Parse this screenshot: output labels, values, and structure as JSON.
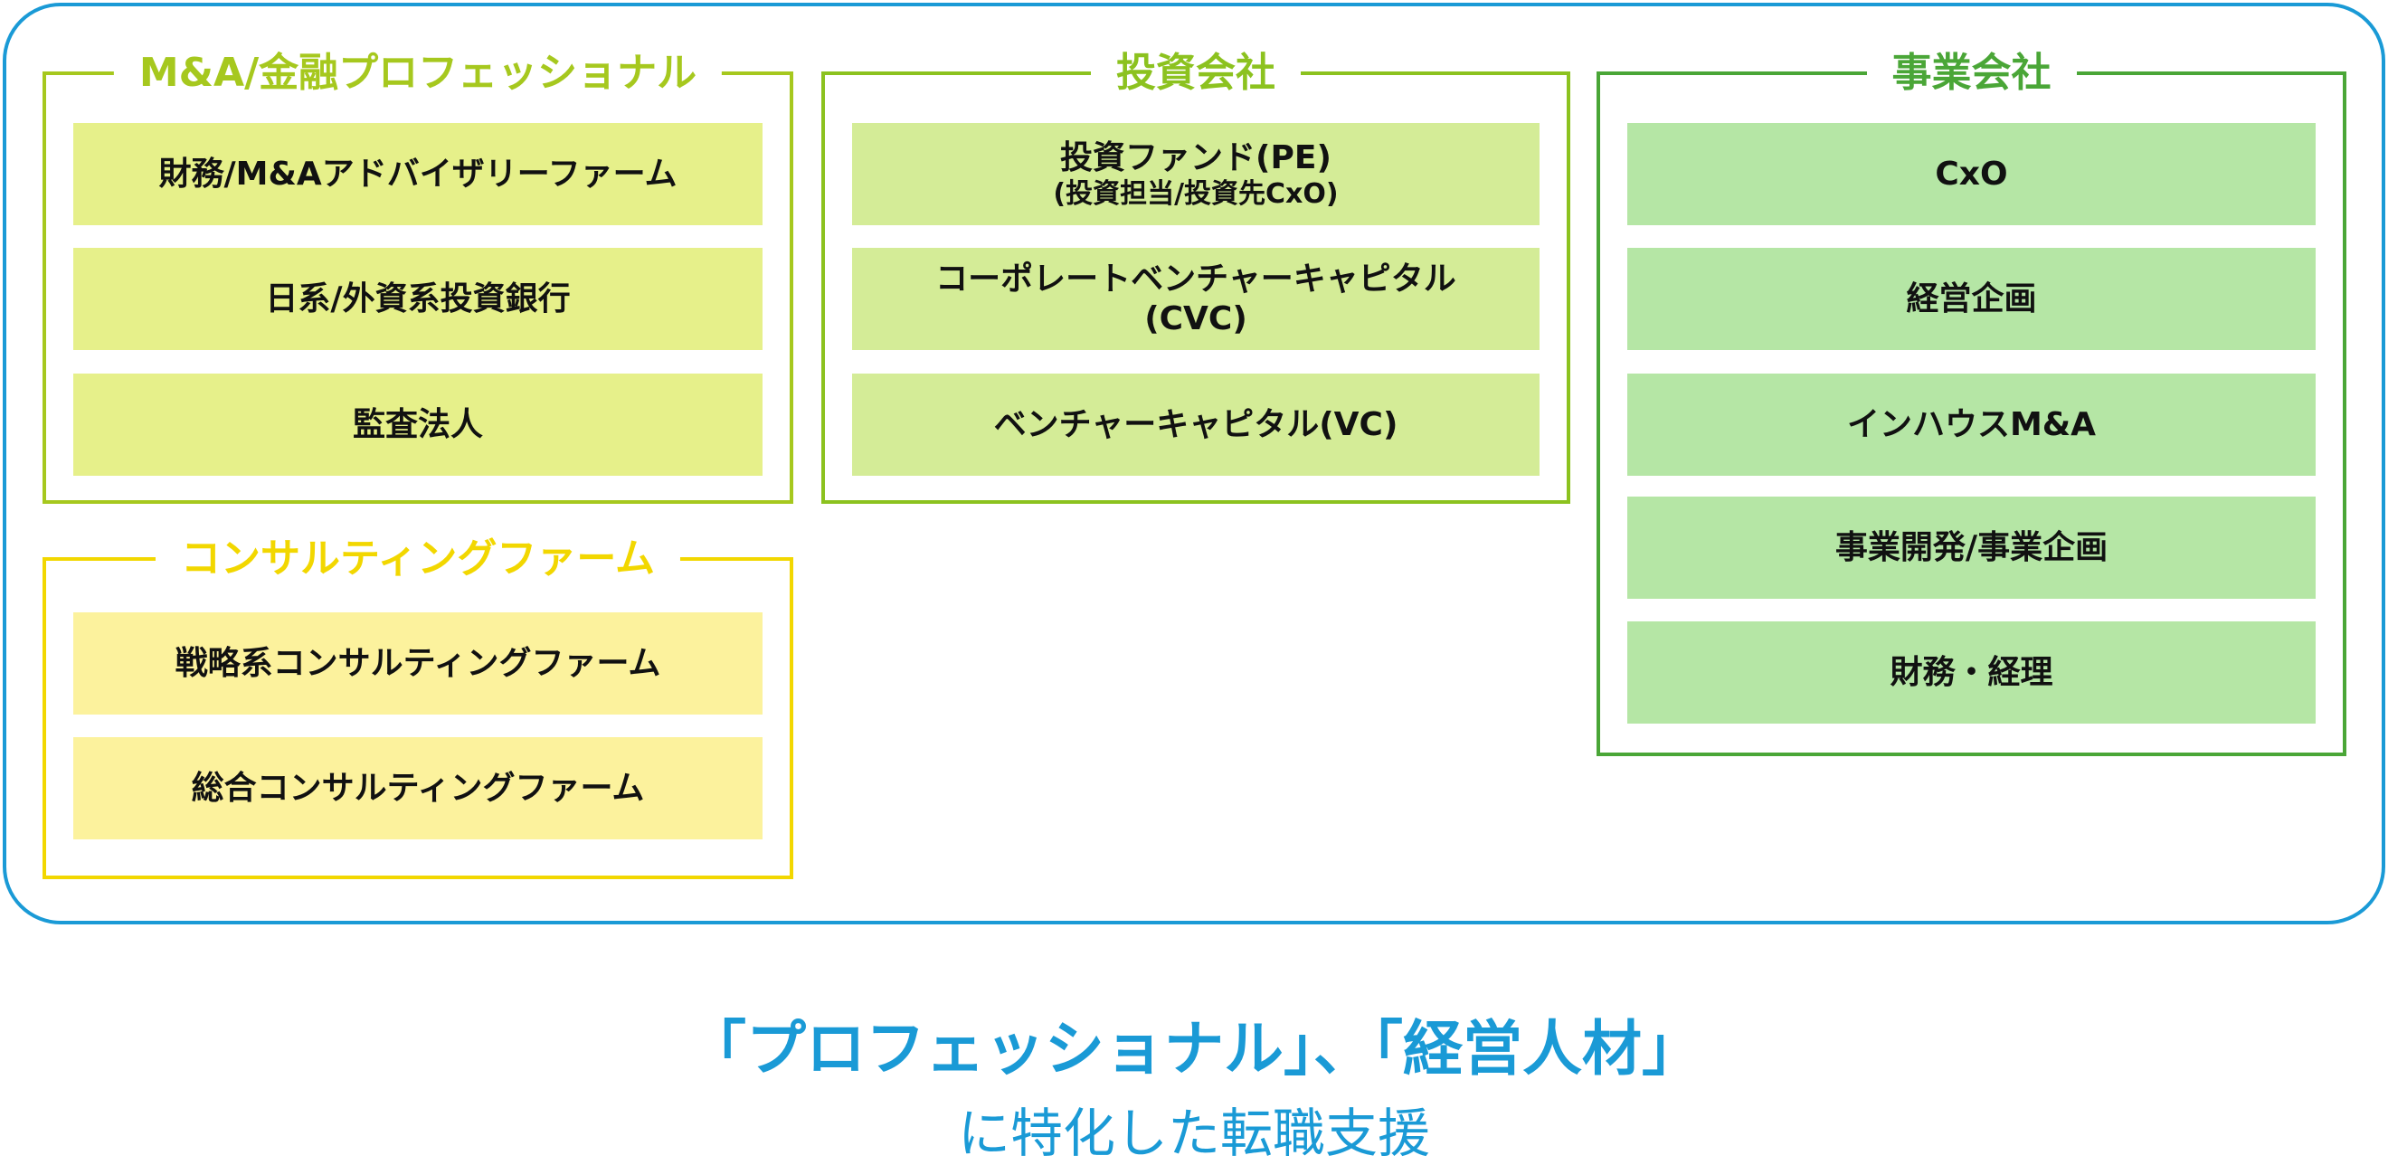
{
  "groups": [
    {
      "title": "M&A/金融プロフェッショナル",
      "items": [
        {
          "label": "財務/M&Aアドバイザリーファーム"
        },
        {
          "label": "日系/外資系投資銀行"
        },
        {
          "label": "監査法人"
        }
      ]
    },
    {
      "title": "コンサルティングファーム",
      "items": [
        {
          "label": "戦略系コンサルティングファーム"
        },
        {
          "label": "総合コンサルティングファーム"
        }
      ]
    },
    {
      "title": "投資会社",
      "items": [
        {
          "label": "投資ファンド(PE)",
          "sub": "(投資担当/投資先CxO)"
        },
        {
          "label": "コーポレートベンチャーキャピタル",
          "sub": "(CVC)"
        },
        {
          "label": "ベンチャーキャピタル(VC)"
        }
      ]
    },
    {
      "title": "事業会社",
      "items": [
        {
          "label": "CxO"
        },
        {
          "label": "経営企画"
        },
        {
          "label": "インハウスM&A"
        },
        {
          "label": "事業開発/事業企画"
        },
        {
          "label": "財務・経理"
        }
      ]
    }
  ],
  "tagline": {
    "line1": "「プロフェッショナル」、「経営人材」",
    "line2": "に特化した転職支援"
  },
  "colors": {
    "frame": "#1a9ad6",
    "ma": "#a6c81e",
    "consulting": "#f2d700",
    "investment": "#8cc21f",
    "business": "#4aa637"
  }
}
